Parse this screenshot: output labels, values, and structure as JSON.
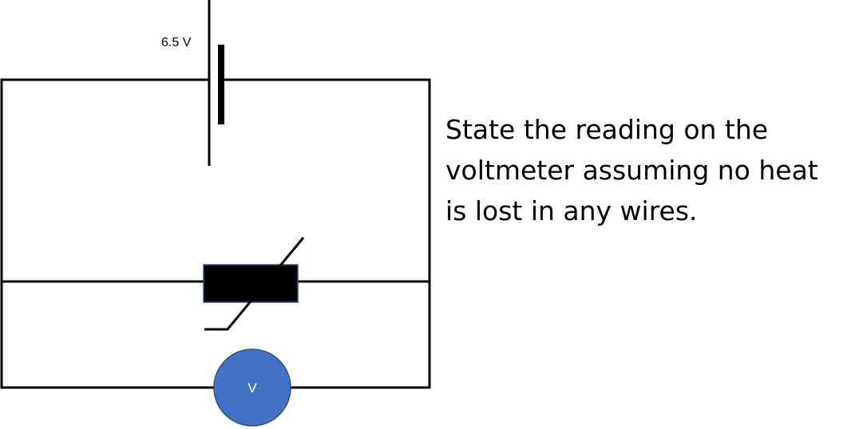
{
  "battery": {
    "label": "6.5 V"
  },
  "voltmeter": {
    "label": "V",
    "fill_color": "#4472C4",
    "stroke_color": "#2F528F"
  },
  "resistor": {
    "fill_color": "#000000",
    "stroke_color": "#2F528F"
  },
  "question": {
    "line1": "State the reading on the",
    "line2": "voltmeter assuming no heat",
    "line3": "is lost in any wires."
  }
}
